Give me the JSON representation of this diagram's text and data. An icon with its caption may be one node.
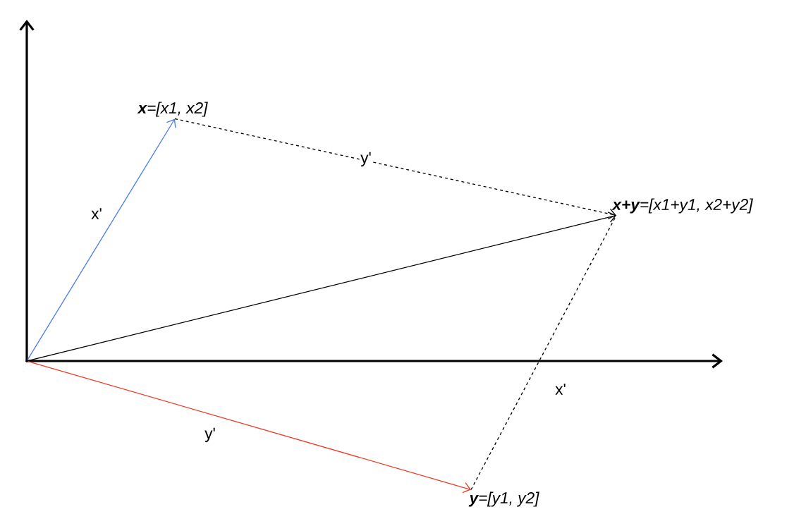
{
  "diagram": {
    "nodes": [
      {
        "text": [],
        "shape": "point"
      },
      {
        "text": [
          "**x**=[x1, x2]"
        ]
      },
      {
        "text": [
          "**x+y**=[x1+y1, x2+y2]"
        ]
      },
      {
        "text": [
          "**y**=[y1, y2]"
        ]
      }
    ],
    "edges": [
      {
        "from": 0,
        "to": 1,
        "arrow": "to",
        "label": "x'",
        "color": "#4a7ef0"
      },
      {
        "from": 0,
        "to": 3,
        "arrow": "to",
        "label": "y'",
        "color": "#ee3a24"
      },
      {
        "from": 0,
        "to": 2,
        "arrow": "to"
      },
      {
        "from": 1,
        "to": 2,
        "arrow": "to",
        "label": "y'",
        "style": "dashed"
      },
      {
        "from": 3,
        "to": 2,
        "arrow": "none",
        "label": "x'",
        "style": "dashed"
      }
    ]
  }
}
